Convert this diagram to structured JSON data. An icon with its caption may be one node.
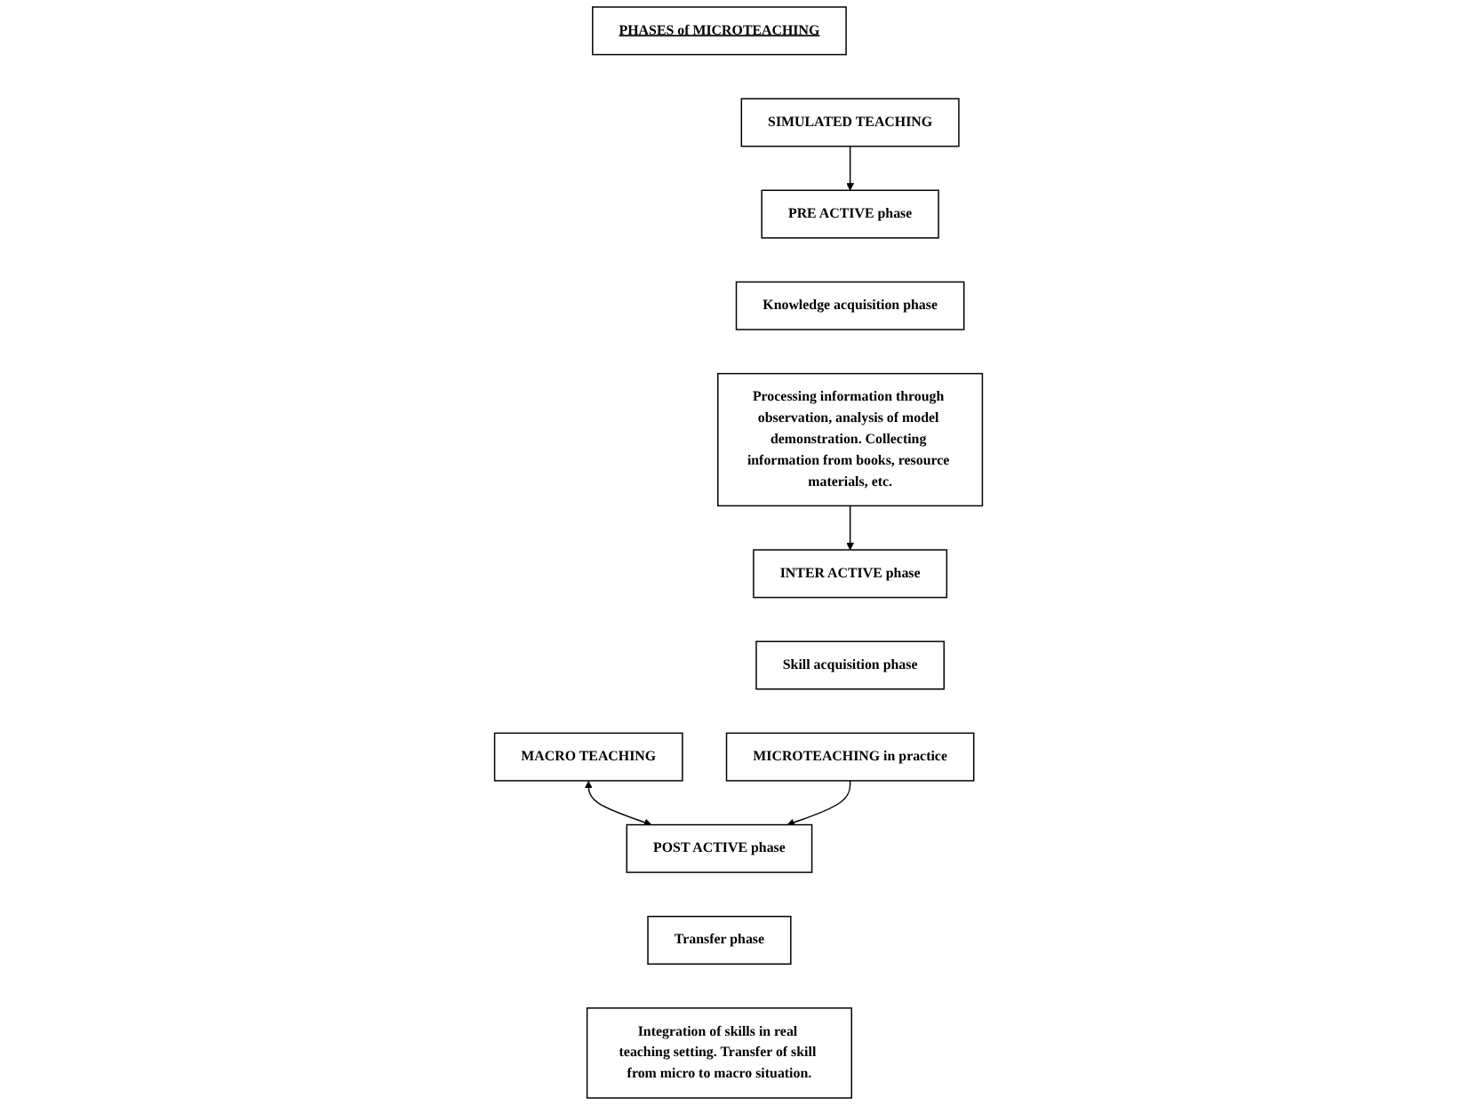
{
  "diagram": {
    "nodes": [
      {
        "text": [
          "PHASES of MICROTEACHING"
        ]
      },
      {
        "text": [
          "SIMULATED TEACHING"
        ]
      },
      {
        "text": [
          "MACRO  TEACHING"
        ]
      },
      {
        "text": [
          "PRE ACTIVE phase"
        ]
      },
      {
        "text": [
          "Knowledge acquisition phase"
        ]
      },
      {
        "text": [
          "Processing information through observation, analysis of model demonstration. Collecting information from books, resource materials, etc."
        ]
      },
      {
        "text": [
          "POST ACTIVE phase"
        ]
      },
      {
        "text": [
          "Transfer phase"
        ]
      },
      {
        "text": [
          "Integration of skills in real teaching setting. Transfer of skill from micro to macro situation."
        ]
      },
      {
        "text": [
          "INTER ACTIVE phase"
        ]
      },
      {
        "text": [
          "Skill acquisition phase"
        ]
      },
      {
        "text": [
          "MICROTEACHING in practice"
        ]
      }
    ],
    "edges": [
      {
        "from": 1,
        "to": 3,
        "arrow": "to"
      },
      {
        "from": 2,
        "to": 6,
        "arrow": "both"
      },
      {
        "from": 5,
        "to": 9,
        "arrow": "to"
      },
      {
        "from": 11,
        "to": 6,
        "arrow": "to"
      }
    ]
  }
}
